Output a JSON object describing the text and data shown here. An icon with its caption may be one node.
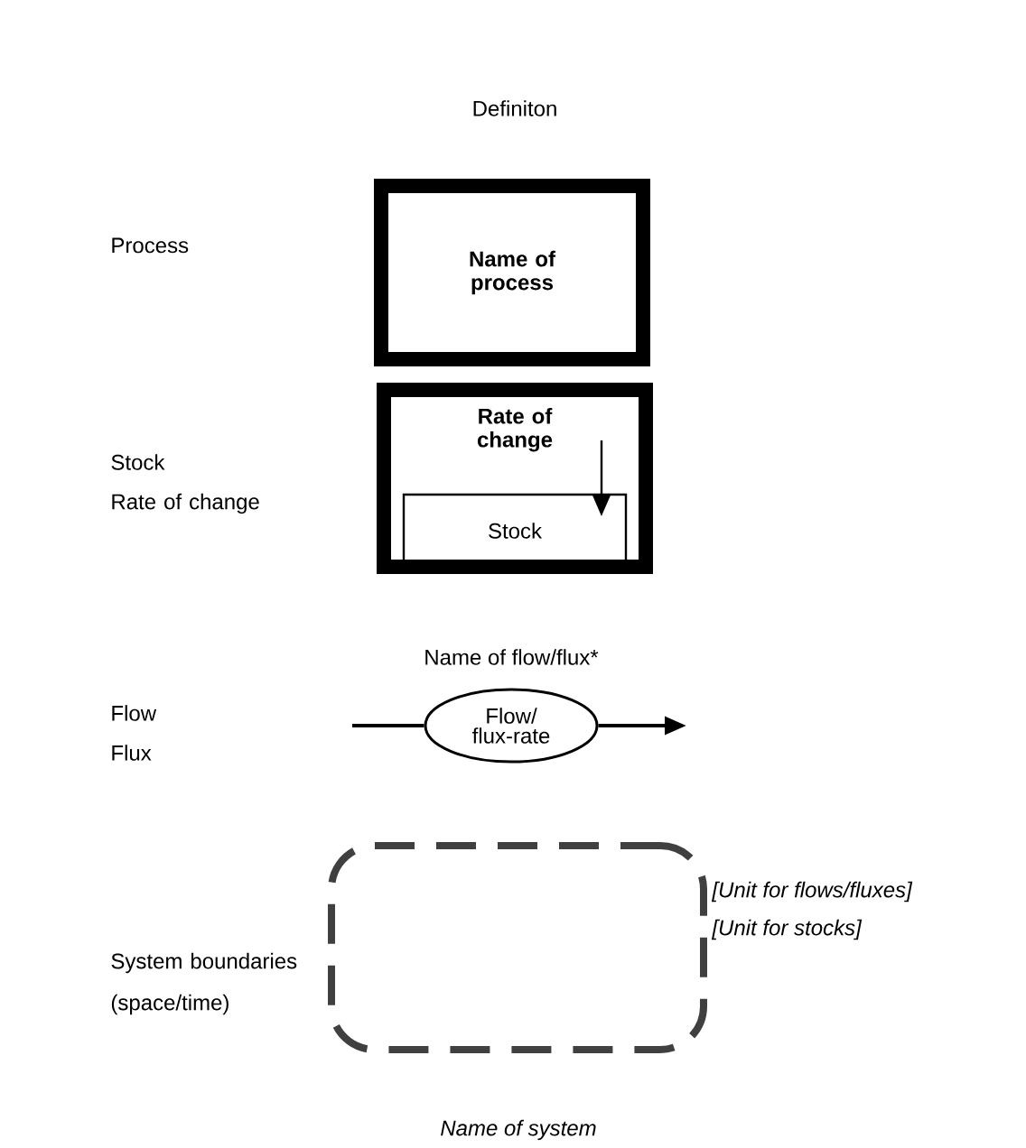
{
  "diagram": {
    "nodes": [
      {
        "text": [
          "Name of process"
        ]
      },
      {
        "text": [
          "Rate of change"
        ]
      },
      {
        "text": [
          "Stock"
        ],
        "in": 1
      },
      {
        "text": [
          "Flow/ flux-rate"
        ],
        "beside": [
          "Name of flow/flux*"
        ]
      },
      {
        "text": [],
        "shape": "box",
        "beside": [
          "[Unit for flows/fluxes]",
          "[Unit for stocks]",
          "Name of system"
        ]
      }
    ],
    "edges": [
      {
        "from": null,
        "to": 2,
        "arrow": "to"
      },
      {
        "from": null,
        "to": 3,
        "arrow": "none"
      },
      {
        "from": 3,
        "to": null,
        "arrow": "to"
      }
    ],
    "labels": [
      "Definiton",
      "Process",
      "Stock",
      "Rate of change",
      "Flow",
      "Flux",
      "System boundaries (space/time)"
    ]
  }
}
